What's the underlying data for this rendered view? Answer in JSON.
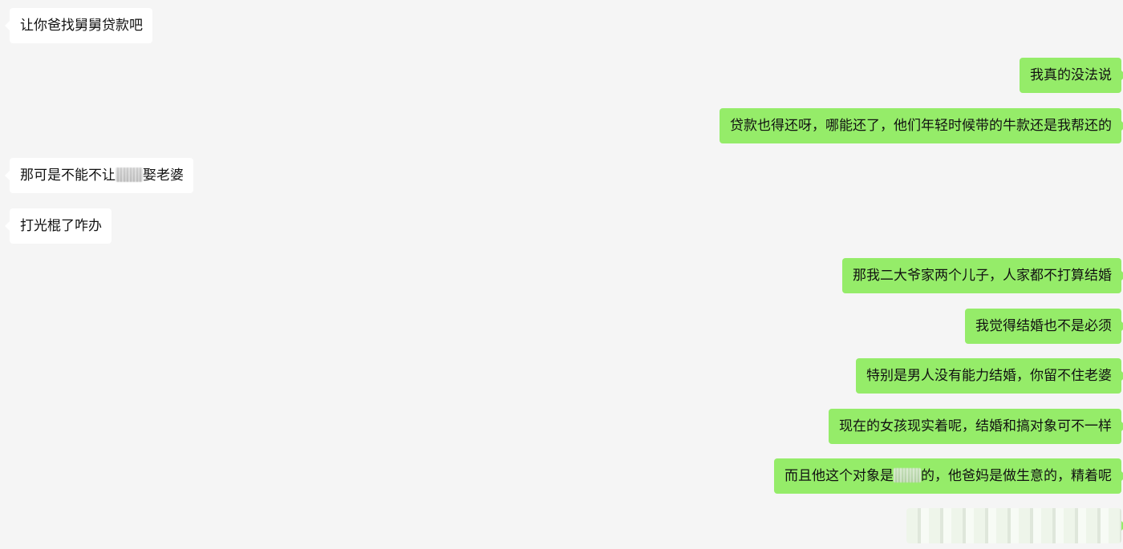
{
  "messages": [
    {
      "side": "left",
      "text": "让你爸找舅舅贷款吧"
    },
    {
      "side": "right",
      "text": "我真的没法说"
    },
    {
      "side": "right",
      "text": "贷款也得还呀，哪能还了，他们年轻时候带的牛款还是我帮还的"
    },
    {
      "side": "left",
      "before": "那可是不能不让",
      "after": "娶老婆"
    },
    {
      "side": "left",
      "text": "打光棍了咋办"
    },
    {
      "side": "right",
      "text": "那我二大爷家两个儿子，人家都不打算结婚"
    },
    {
      "side": "right",
      "text": "我觉得结婚也不是必须"
    },
    {
      "side": "right",
      "text": "特别是男人没有能力结婚，你留不住老婆"
    },
    {
      "side": "right",
      "text": "现在的女孩现实着呢，结婚和搞对象可不一样"
    },
    {
      "side": "right",
      "before": "而且他这个对象是",
      "after": "的，他爸妈是做生意的，精着呢"
    },
    {
      "side": "right",
      "text": ""
    }
  ],
  "colors": {
    "background": "#f5f5f5",
    "bubble_left": "#ffffff",
    "bubble_right": "#95ec69"
  }
}
